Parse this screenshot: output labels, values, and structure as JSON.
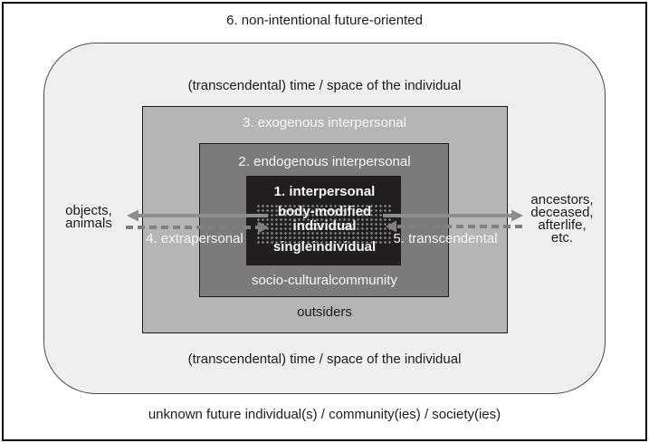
{
  "figure": {
    "top_label": "6. non-intentional future-oriented",
    "bottom_label": "unknown future individual(s) / community(ies) / society(ies)"
  },
  "time_space_zone": {
    "top_label": "(transcendental) time / space of the individual",
    "bottom_label": "(transcendental) time / space of the individual"
  },
  "exogenous_zone": {
    "title": "3. exogenous interpersonal",
    "footer": "outsiders"
  },
  "endogenous_zone": {
    "title": "2. endogenous interpersonal",
    "footer": "socio-culturalcommunity"
  },
  "core_zone": {
    "title": "1. interpersonal",
    "middle_line1": "body-modified",
    "middle_line2": "individual",
    "bottom_line": "singleindividual"
  },
  "left_flow": {
    "target_lines": [
      "objects,",
      "animals"
    ],
    "label": "4. extrapersonal"
  },
  "right_flow": {
    "target_lines": [
      "ancestors,",
      "deceased,",
      "afterlife,",
      "etc."
    ],
    "label": "5. transcendental"
  },
  "colors": {
    "zone_time_space": "#eeefee",
    "zone_exogenous": "#b5b5b5",
    "zone_endogenous": "#7b7b7b",
    "zone_core": "#221e1f",
    "arrow_solid": "#8d8d8d",
    "arrow_dashed": "#808080",
    "stipple_dot": "#8a8a8a",
    "light_text": "#f7f7f7",
    "dark_text": "#1c1c1c"
  }
}
